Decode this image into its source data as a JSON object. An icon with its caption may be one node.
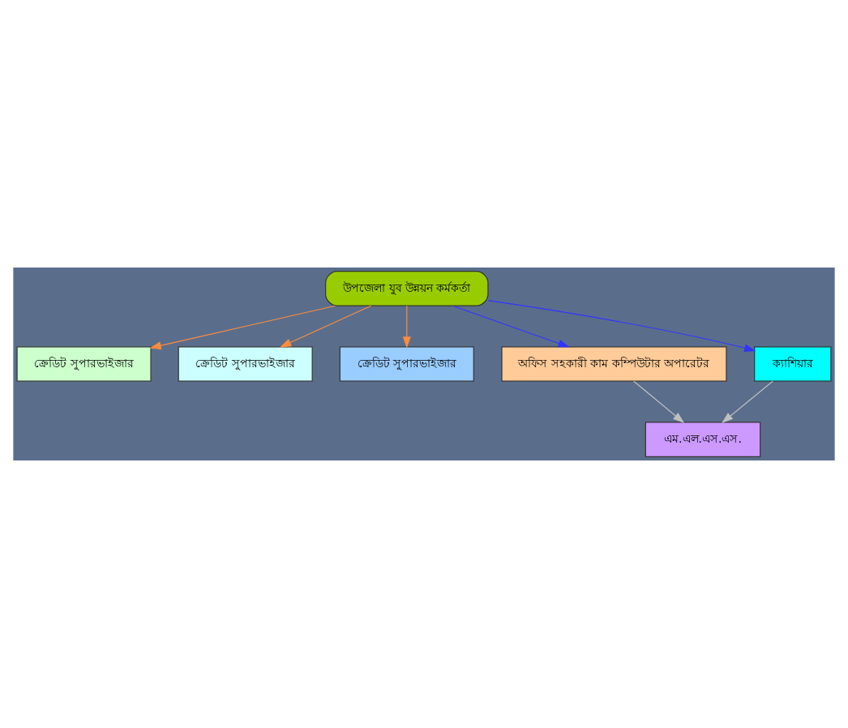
{
  "diagram": {
    "nodes": [
      {
        "text": [
          "উপজেলা যুব উন্নয়ন কর্মকর্তা"
        ]
      },
      {
        "text": [
          "ক্রেডিট সুপারভাইজার"
        ]
      },
      {
        "text": [
          "ক্রেডিট সুপারভাইজার"
        ]
      },
      {
        "text": [
          "ক্রেডিট সুপারভাইজার"
        ]
      },
      {
        "text": [
          "অফিস সহকারী কাম কম্পিউটার অপারেটর"
        ]
      },
      {
        "text": [
          "ক্যাশিয়ার"
        ]
      },
      {
        "text": [
          "এম.এল.এস.এস."
        ]
      }
    ],
    "edges": [
      {
        "from": 0,
        "to": 1,
        "arrow": "to",
        "color": "#ff8c3c"
      },
      {
        "from": 0,
        "to": 2,
        "arrow": "to",
        "color": "#ff8c3c"
      },
      {
        "from": 0,
        "to": 3,
        "arrow": "to",
        "color": "#ff8c3c"
      },
      {
        "from": 0,
        "to": 4,
        "arrow": "to",
        "color": "#3333ff"
      },
      {
        "from": 0,
        "to": 5,
        "arrow": "to",
        "color": "#3333ff"
      },
      {
        "from": 4,
        "to": 6,
        "arrow": "to",
        "color": "#c0c0c0"
      },
      {
        "from": 5,
        "to": 6,
        "arrow": "to",
        "color": "#c0c0c0"
      }
    ]
  }
}
